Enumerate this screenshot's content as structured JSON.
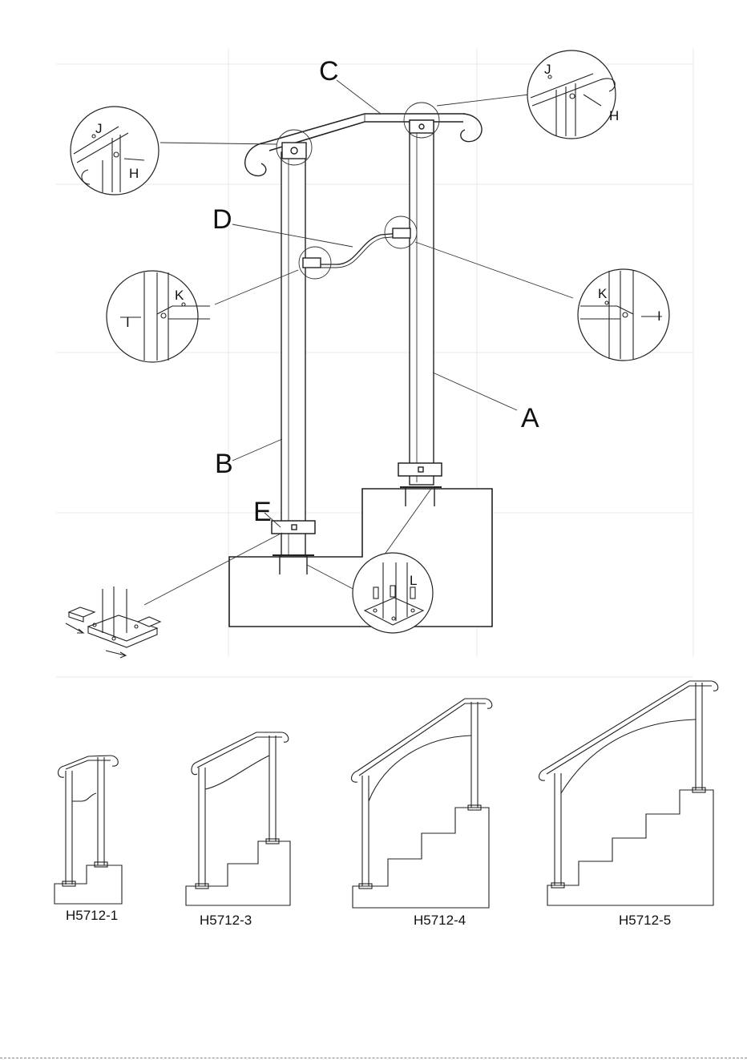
{
  "labels": {
    "A": "A",
    "B": "B",
    "C": "C",
    "D": "D",
    "E": "E",
    "H_left": "H",
    "H_right": "H",
    "J_left": "J",
    "J_right": "J",
    "K_left": "K",
    "K_right": "K",
    "I_left": "I",
    "I_right": "I",
    "L": "L"
  },
  "models": [
    {
      "label": "H5712-1",
      "steps": 1
    },
    {
      "label": "H5712-3",
      "steps": 3
    },
    {
      "label": "H5712-4",
      "steps": 4
    },
    {
      "label": "H5712-5",
      "steps": 5
    }
  ],
  "colors": {
    "line": "#222222",
    "grid": "#e8e8e8",
    "background": "#ffffff"
  }
}
